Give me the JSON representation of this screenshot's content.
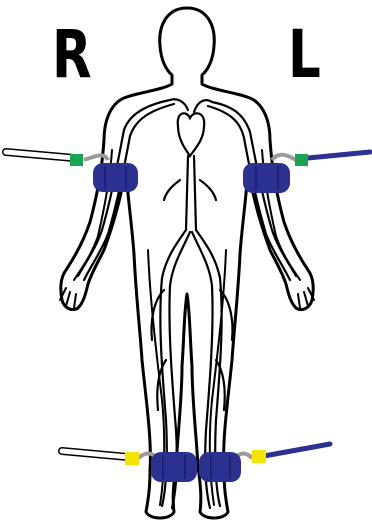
{
  "labels": {
    "right_side": "R",
    "left_side": "L"
  },
  "colors": {
    "outline": "#000000",
    "cuff": "#2b3190",
    "cuff_dark": "#1c2170",
    "arm_connector": "#1aa352",
    "leg_connector": "#f5e400",
    "left_tubing": "#2b3190",
    "right_tubing": "#ffffff",
    "connector_collar": "#9a9a9a"
  },
  "cuffs": [
    {
      "site": "right-upper-arm",
      "connector": "arm"
    },
    {
      "site": "left-upper-arm",
      "connector": "arm"
    },
    {
      "site": "right-lower-leg",
      "connector": "leg"
    },
    {
      "site": "left-lower-leg",
      "connector": "leg"
    }
  ]
}
